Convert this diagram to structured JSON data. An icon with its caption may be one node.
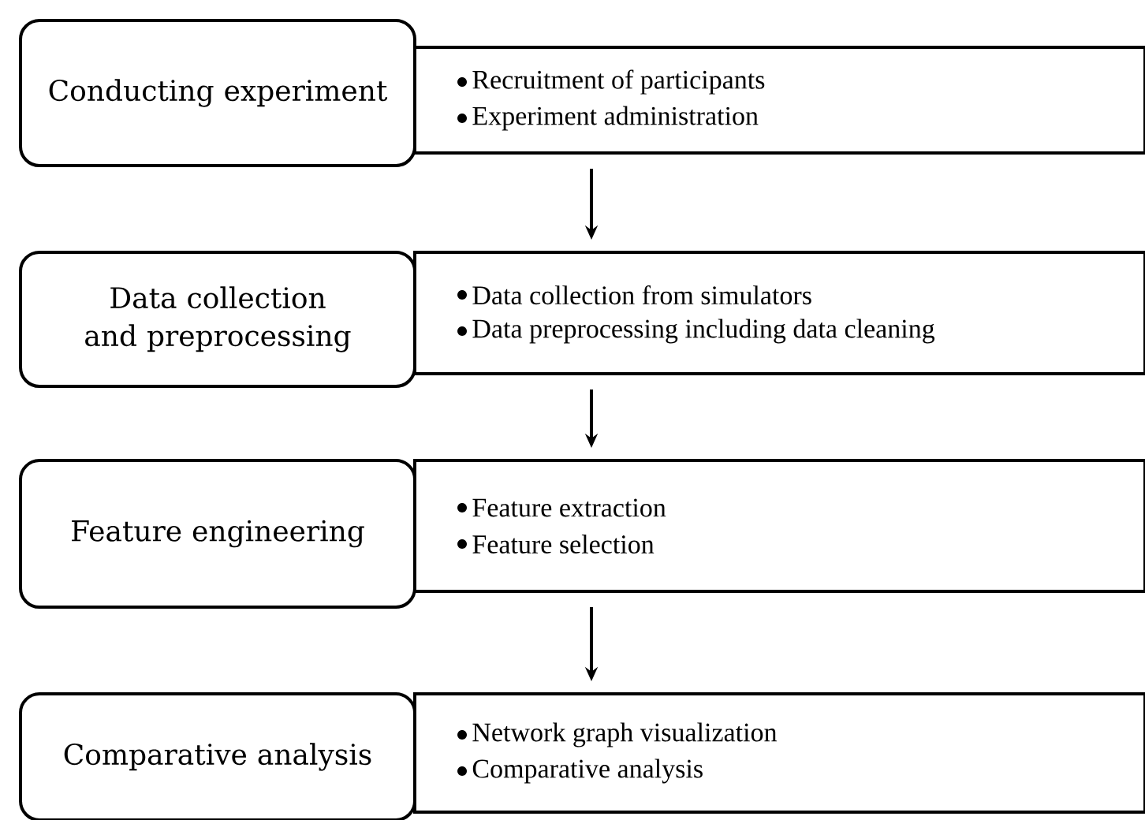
{
  "diagram": {
    "nodes": [
      {
        "text": [
          "Conducting experiment"
        ]
      },
      {
        "text": [
          "Recruitment of participants",
          "Experiment administration"
        ]
      },
      {
        "text": [
          "Data collection and preprocessing"
        ]
      },
      {
        "text": [
          "Data collection from simulators",
          "Data preprocessing including data cleaning"
        ]
      },
      {
        "text": [
          "Feature engineering"
        ]
      },
      {
        "text": [
          "Feature extraction",
          "Feature selection"
        ]
      },
      {
        "text": [
          "Comparative analysis"
        ]
      },
      {
        "text": [
          "Network graph visualization",
          "Comparative analysis"
        ]
      }
    ],
    "edges": [
      {
        "from": 1,
        "to": 3,
        "arrow": "to"
      },
      {
        "from": 3,
        "to": 5,
        "arrow": "to"
      },
      {
        "from": 5,
        "to": 7,
        "arrow": "to"
      }
    ]
  }
}
